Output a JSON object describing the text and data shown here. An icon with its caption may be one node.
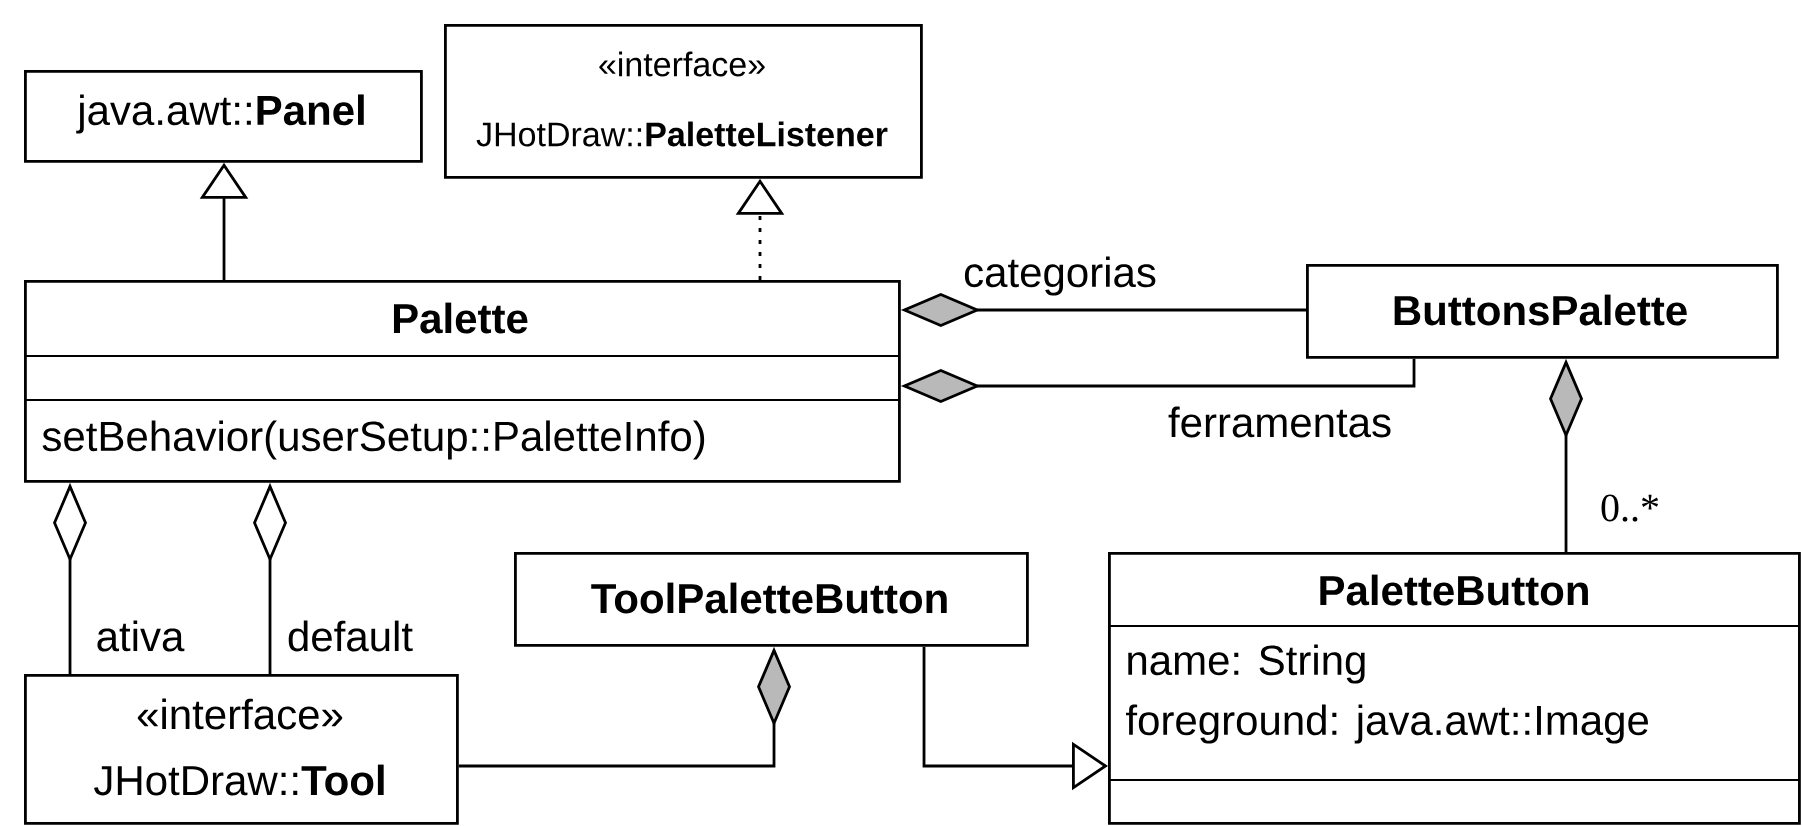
{
  "diagram": {
    "nodes": [
      {
        "text": [
          "java.awt::**Panel**"
        ]
      },
      {
        "text": [
          "«interface»",
          "JHotDraw::**PaletteListener**"
        ]
      },
      {
        "text": [
          "Palette",
          "setBehavior(userSetup::PaletteInfo)"
        ]
      },
      {
        "text": [
          "ButtonsPalette"
        ]
      },
      {
        "text": [
          "ToolPaletteButton"
        ]
      },
      {
        "text": [
          "PaletteButton",
          "name: String",
          "foreground: java.awt::Image"
        ]
      },
      {
        "text": [
          "«interface»",
          "JHotDraw::**Tool**"
        ]
      }
    ],
    "edges": [
      {
        "from": 2,
        "to": 0,
        "arrow": "to"
      },
      {
        "from": 2,
        "to": 1,
        "arrow": "to",
        "style": "dashed"
      },
      {
        "from": 3,
        "to": 2,
        "arrow": "other",
        "label": "categorias"
      },
      {
        "from": 3,
        "to": 2,
        "arrow": "other",
        "label": "ferramentas"
      },
      {
        "from": 5,
        "to": 3,
        "arrow": "other",
        "label": "0..*"
      },
      {
        "from": 6,
        "to": 2,
        "arrow": "other",
        "label": "ativa"
      },
      {
        "from": 6,
        "to": 2,
        "arrow": "other",
        "label": "default"
      },
      {
        "from": 6,
        "to": 4,
        "arrow": "other"
      },
      {
        "from": 4,
        "to": 5,
        "arrow": "to"
      }
    ]
  }
}
